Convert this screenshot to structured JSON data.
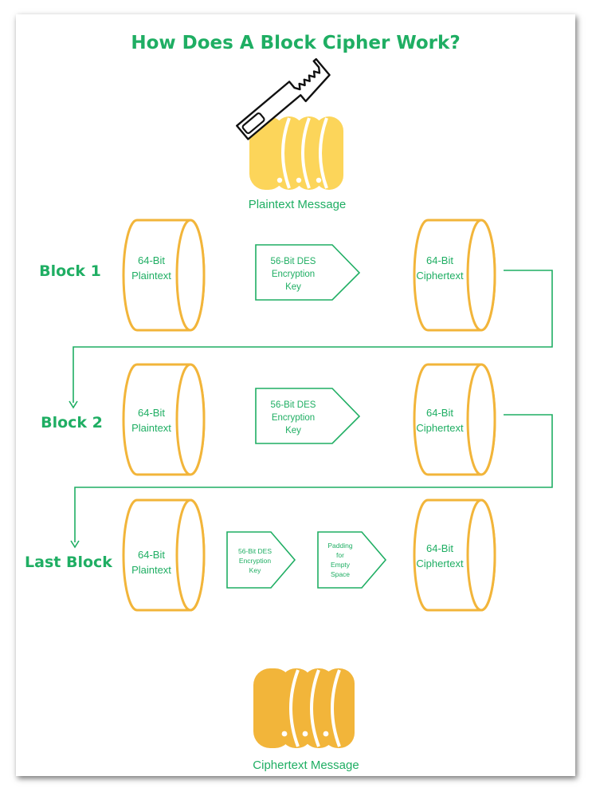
{
  "title": "How Does A Block Cipher Work?",
  "plaintext_message": "Plaintext Message",
  "ciphertext_message": "Ciphertext Message",
  "blocks": [
    {
      "label": "Block 1",
      "plaintext": [
        "64-Bit",
        "Plaintext"
      ],
      "key": [
        "56-Bit DES",
        "Encryption",
        "Key"
      ],
      "ciphertext": [
        "64-Bit",
        "Ciphertext"
      ]
    },
    {
      "label": "Block 2",
      "plaintext": [
        "64-Bit",
        "Plaintext"
      ],
      "key": [
        "56-Bit DES",
        "Encryption",
        "Key"
      ],
      "ciphertext": [
        "64-Bit",
        "Ciphertext"
      ]
    },
    {
      "label": "Last Block",
      "plaintext": [
        "64-Bit",
        "Plaintext"
      ],
      "key": [
        "56-Bit DES",
        "Encryption",
        "Key"
      ],
      "padding": [
        "Padding",
        "for",
        "Empty",
        "Space"
      ],
      "ciphertext": [
        "64-Bit",
        "Ciphertext"
      ]
    }
  ],
  "colors": {
    "accent_green": "#1fae63",
    "cylinder_stroke": "#f2b53a",
    "plaintext_disk": "#fcd55a",
    "ciphertext_disk": "#f2b53a"
  },
  "icons": {
    "saw": "saw-icon",
    "plaintext_db": "database-icon",
    "ciphertext_db": "database-icon"
  }
}
